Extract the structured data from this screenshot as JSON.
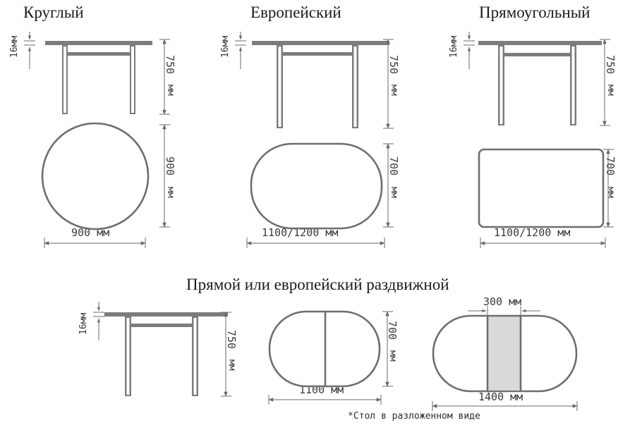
{
  "document": {
    "kind": "technical-drawing",
    "subject": "table-dimensions-sheet",
    "units_suffix": "мм"
  },
  "colors": {
    "furniture_gray": "#7c7c7c",
    "outline_gray": "#6e6e6e",
    "dimension_gray": "#6a6a6a",
    "insert_fill": "#d9d9d9",
    "text_dark": "#1b1b1b",
    "text_dim": "#3a3a3a",
    "background": "#ffffff"
  },
  "sections": {
    "top": {
      "columns": [
        {
          "id": "round",
          "title": "Круглый",
          "side_view": {
            "thickness_label": "16мм",
            "height_label_value": "750",
            "height_label_units": "мм"
          },
          "top_view": {
            "shape": "circle",
            "height_label_value": "900",
            "height_label_units": "мм",
            "width_label": "900  мм"
          }
        },
        {
          "id": "european",
          "title": "Европейский",
          "side_view": {
            "thickness_label": "16мм",
            "height_label_value": "750",
            "height_label_units": "мм"
          },
          "top_view": {
            "shape": "stadium",
            "height_label_value": "700",
            "height_label_units": "мм",
            "width_label": "1100/1200  мм"
          }
        },
        {
          "id": "rectangular",
          "title": "Прямоугольный",
          "side_view": {
            "thickness_label": "16мм",
            "height_label_value": "750",
            "height_label_units": "мм"
          },
          "top_view": {
            "shape": "rounded-rectangle",
            "height_label_value": "700",
            "height_label_units": "мм",
            "width_label": "1100/1200  мм"
          }
        }
      ]
    },
    "bottom": {
      "title": "Прямой или европейский раздвижной",
      "side_view": {
        "thickness_label": "16мм",
        "height_label_value": "750",
        "height_label_units": "мм"
      },
      "closed_top_view": {
        "shape": "stadium-split",
        "height_label_value": "700",
        "height_label_units": "мм",
        "width_label": "1100  мм"
      },
      "extended_top_view": {
        "shape": "stadium-with-insert",
        "insert_label": "300  мм",
        "width_label": "1400  мм"
      },
      "footnote": "*Стол в разложенном виде"
    }
  }
}
